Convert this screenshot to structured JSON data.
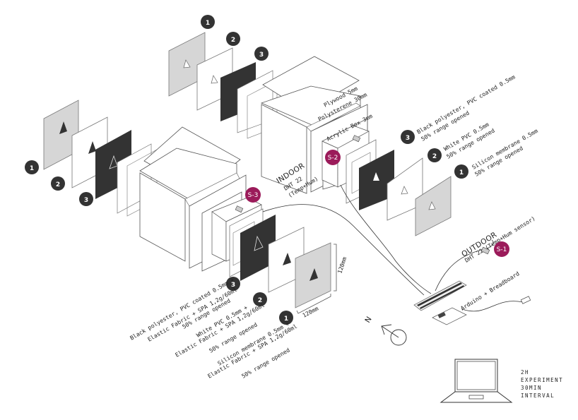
{
  "diagram": {
    "colors": {
      "sensor_badge": "#9b1b5a",
      "number_badge": "#333333",
      "panel_black": "#333333",
      "panel_white": "#ffffff",
      "panel_grey": "#d6d6d6"
    },
    "box_top_right": {
      "layers": [
        "Plywood 5mm",
        "Polysterene 30mm",
        "Acrylic Box 3mm"
      ],
      "location_label": "INDOOR",
      "sensor_label_1": "DHT 22",
      "sensor_label_2": "(Temp+Hum)",
      "sensor_badge": "S-2",
      "panels": [
        {
          "number": "1",
          "color": "grey"
        },
        {
          "number": "2",
          "color": "white"
        },
        {
          "number": "3",
          "color": "black"
        }
      ],
      "legend": [
        {
          "number": "3",
          "line1": "Black polyester, PVC coated 0.5mm",
          "line2": "50% range opened"
        },
        {
          "number": "2",
          "line1": "White PVC 0.5mm",
          "line2": "50% range opened"
        },
        {
          "number": "1",
          "line1": "Silicon membrane 0.5mm",
          "line2": "50% range opened"
        }
      ]
    },
    "box_top_left": {
      "panels": [
        {
          "number": "1",
          "color": "grey"
        },
        {
          "number": "2",
          "color": "white"
        },
        {
          "number": "3",
          "color": "black"
        }
      ]
    },
    "box_left": {
      "panels": [
        {
          "number": "1",
          "color": "grey"
        },
        {
          "number": "2",
          "color": "white"
        },
        {
          "number": "3",
          "color": "black"
        }
      ]
    },
    "box_front": {
      "sensor_badge": "S-3",
      "dimension_height": "120mm",
      "dimension_width": "120mm",
      "legend": [
        {
          "number": "3",
          "line1": "Black polyester, PVC coated 0.5mm +",
          "line2": "Elastic Fabric + SPA 1,2g/60ml",
          "line3": "50% range opened"
        },
        {
          "number": "2",
          "line1": "White PVC  0.5mm +",
          "line2": "Elastic Fabric + SPA 1,2g/60ml",
          "line3": "50% range opened"
        },
        {
          "number": "1",
          "line1": "Silicon membrane 0.5mm +",
          "line2": "Elastic Fabric + SPA 1,2g/60ml",
          "line3": "50% range opened"
        }
      ]
    },
    "outdoor": {
      "location_label": "OUTDOOR",
      "sensor_label": "DHT 22 (Temp+Hum sensor)",
      "sensor_badge": "S-1"
    },
    "controller_label": "Arduino + Breadboard",
    "north_label": "N",
    "experiment": {
      "line1": "2H",
      "line2": "EXPERIMENT",
      "line3": "30MIN",
      "line4": "INTERVAL"
    }
  }
}
